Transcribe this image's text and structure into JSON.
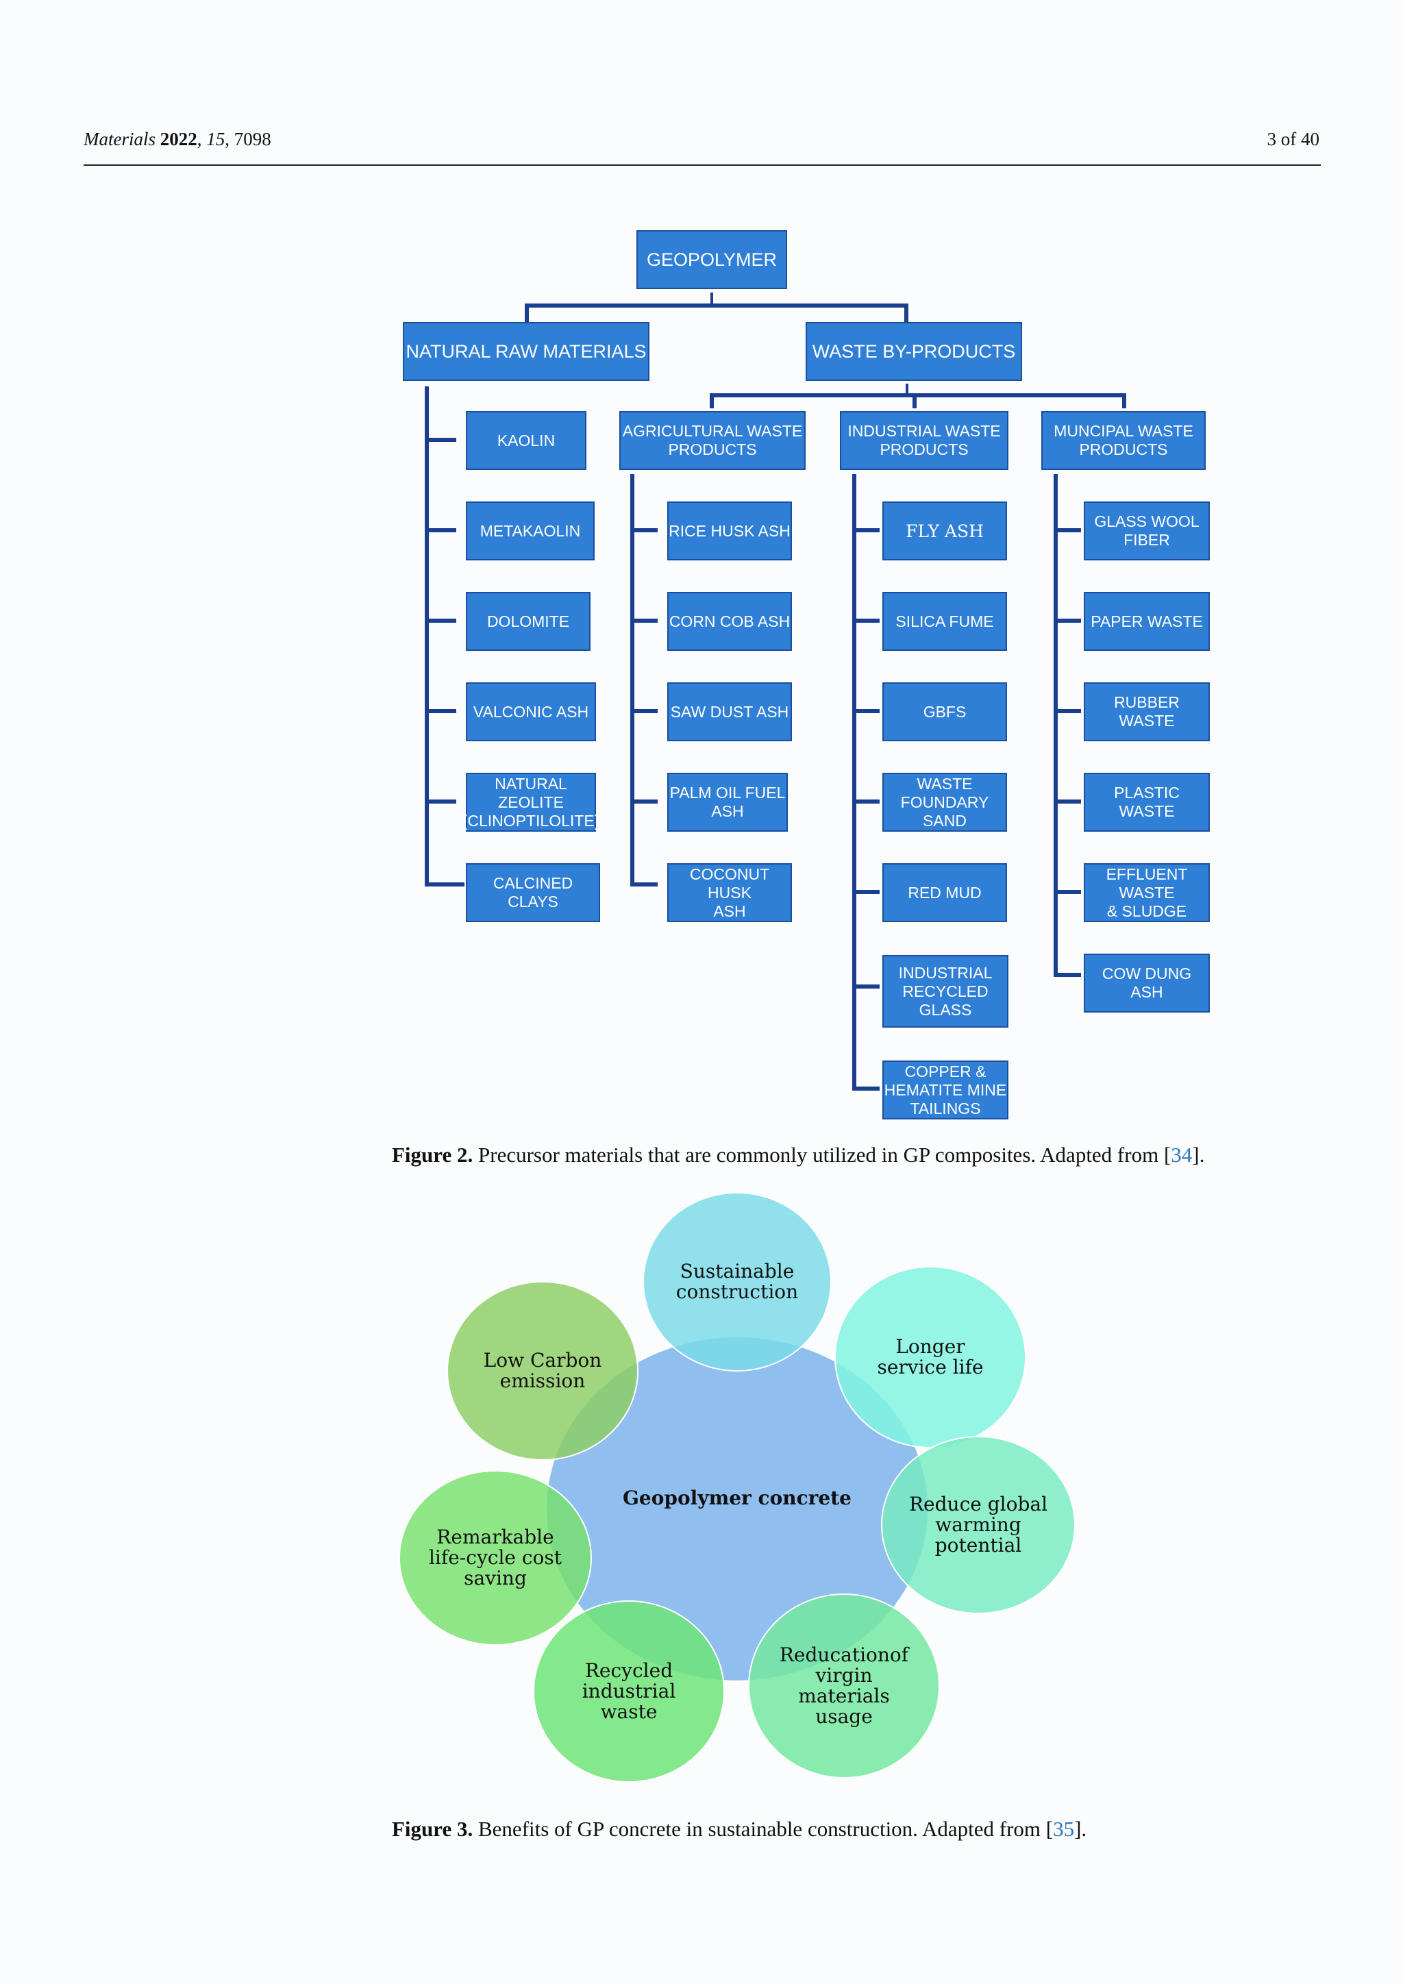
{
  "header": {
    "journal": "Materials",
    "year": "2022",
    "volume": "15",
    "article": "7098",
    "page": "3 of 40"
  },
  "figure2": {
    "root": "GEOPOLYMER",
    "natural": "NATURAL RAW MATERIALS",
    "waste": "WASTE BY-PRODUCTS",
    "natural_items": [
      "KAOLIN",
      "METAKAOLIN",
      "DOLOMITE",
      "VALCONIC ASH",
      "NATURAL ZEOLITE\n(CLINOPTILOLITE)",
      "CALCINED CLAYS"
    ],
    "agri": "AGRICULTURAL WASTE\nPRODUCTS",
    "agri_items": [
      "RICE HUSK ASH",
      "CORN COB ASH",
      "SAW DUST  ASH",
      "PALM OIL FUEL\nASH",
      "COCONUT HUSK\nASH"
    ],
    "ind": "INDUSTRIAL WASTE\nPRODUCTS",
    "ind_items": [
      "FLY ASH",
      "SILICA FUME",
      "GBFS",
      "WASTE\nFOUNDARY\nSAND",
      "RED MUD",
      "INDUSTRIAL\nRECYCLED\nGLASS",
      "COPPER &\nHEMATITE  MINE\nTAILINGS"
    ],
    "mun": "MUNCIPAL WASTE\nPRODUCTS",
    "mun_items": [
      "GLASS WOOL\nFIBER",
      "PAPER  WASTE",
      "RUBBER  WASTE",
      "PLASTIC  WASTE",
      "EFFLUENT WASTE\n& SLUDGE",
      "COW DUNG ASH"
    ],
    "caption_label": "Figure 2.",
    "caption_text": " Precursor materials that are commonly utilized in GP composites. Adapted from [",
    "caption_ref": "34",
    "caption_end": "]."
  },
  "figure3": {
    "center": "Geopolymer concrete",
    "benefits": [
      "Sustainable\nconstruction",
      "Longer\nservice life",
      "Reduce global\nwarming\npotential",
      "Reducationof\nvirgin\nmaterials\nusage",
      "Recycled\nindustrial\nwaste",
      "Remarkable\nlife-cycle  cost\nsaving",
      "Low Carbon\nemission"
    ],
    "caption_label": "Figure 3.",
    "caption_text": " Benefits of GP concrete in sustainable construction. Adapted from [",
    "caption_ref": "35",
    "caption_end": "]."
  }
}
